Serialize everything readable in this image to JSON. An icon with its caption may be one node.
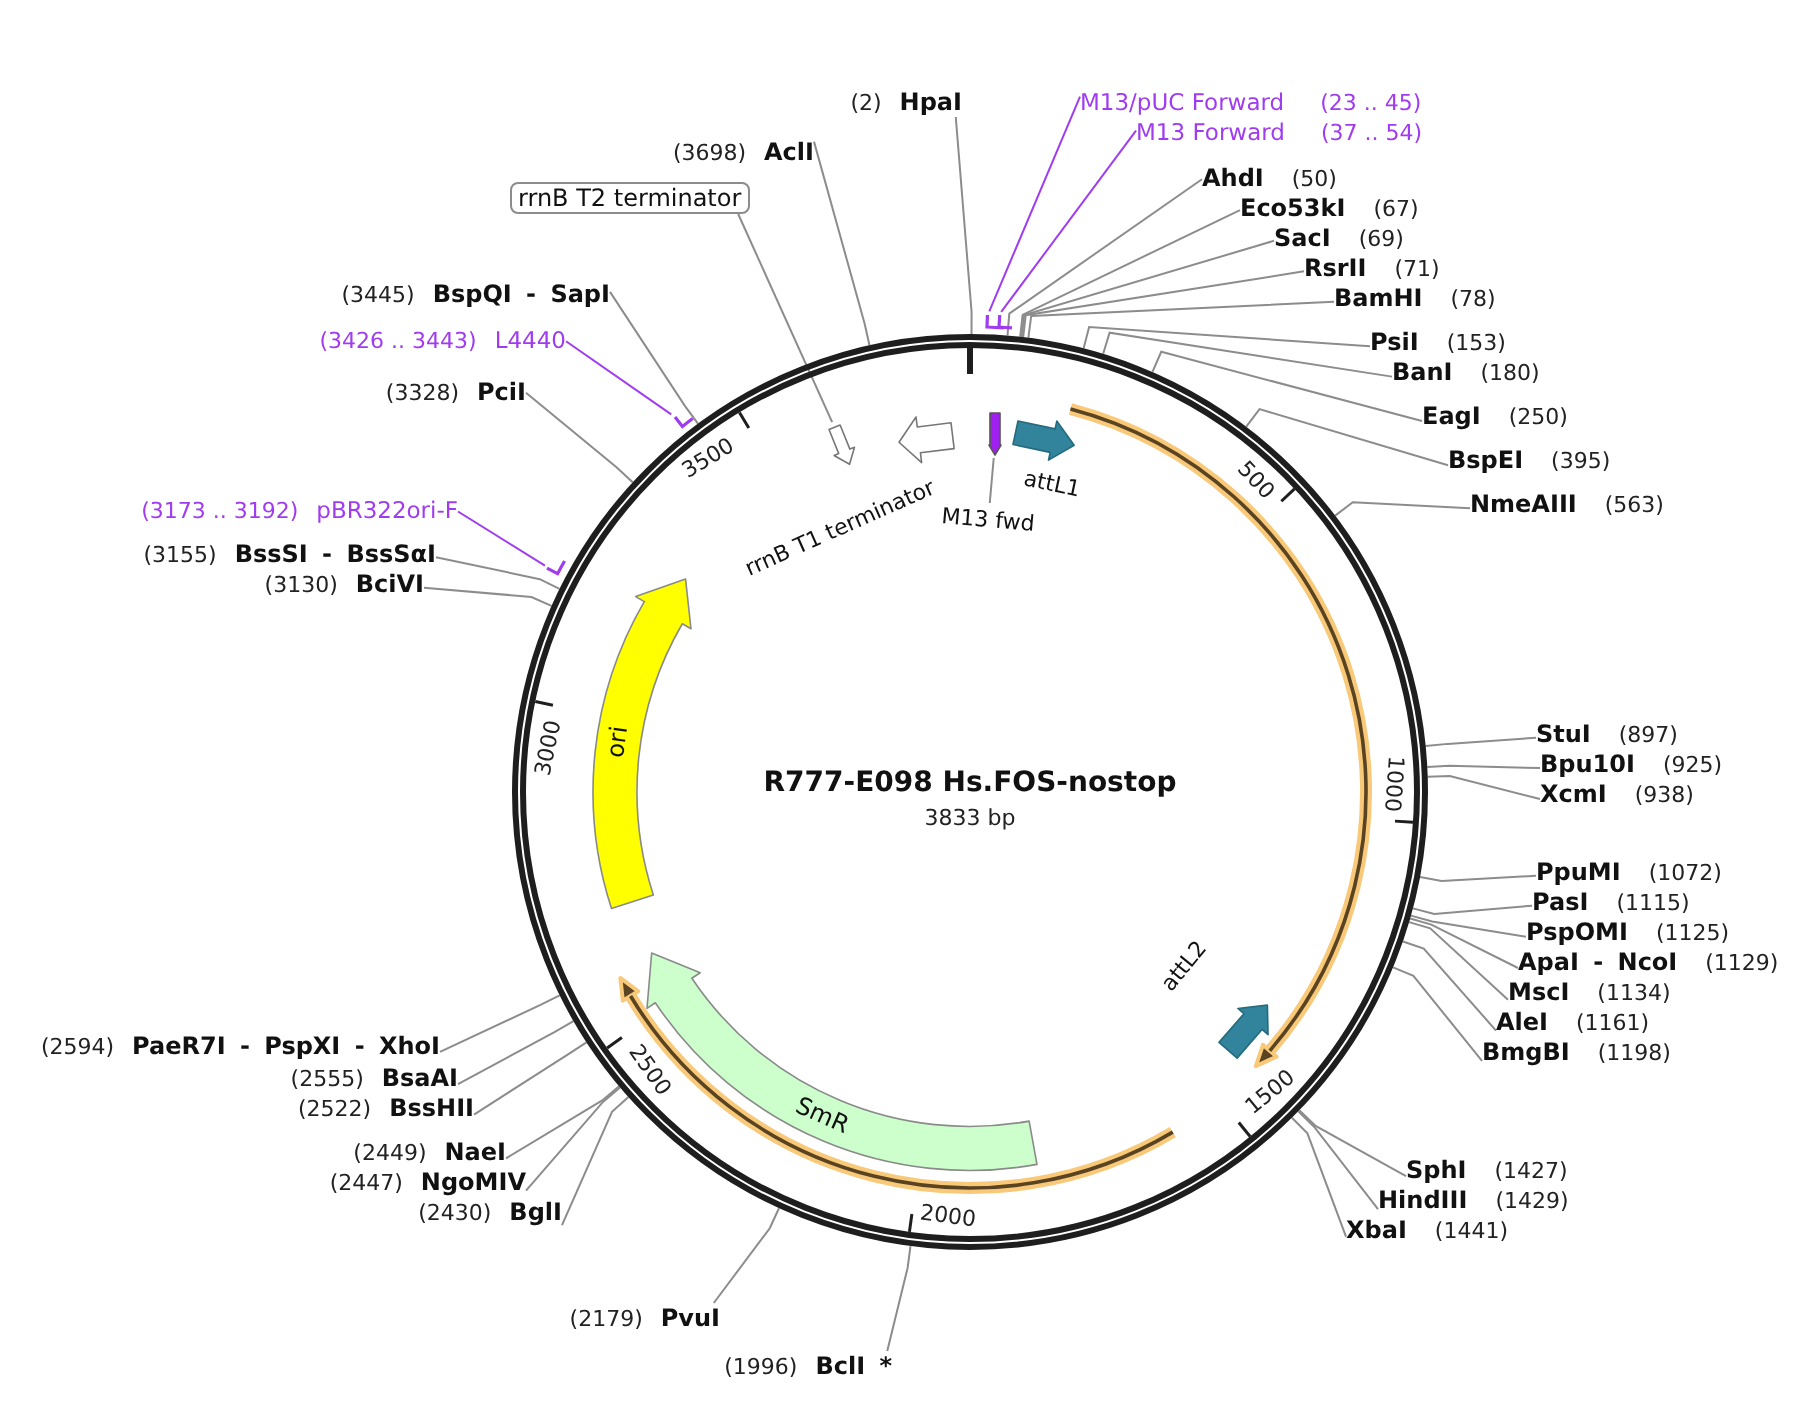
{
  "diagram": {
    "nodes": [
      {
        "text": [
          "R777-E098 Hs.FOS-nostop",
          "3833 bp"
        ]
      },
      {
        "text": [
          "(2)",
          "HpaI"
        ]
      },
      {
        "text": [
          "M13/pUC Forward",
          "(23 .. 45)"
        ]
      },
      {
        "text": [
          "M13 Forward",
          "(37 .. 54)"
        ]
      },
      {
        "text": [
          "(3698)",
          "AclI"
        ]
      },
      {
        "text": [
          "AhdI",
          "(50)"
        ]
      },
      {
        "text": [
          "rrnB T2 terminator"
        ]
      },
      {
        "text": [
          "Eco53kI",
          "(67)"
        ]
      },
      {
        "text": [
          "SacI",
          "(69)"
        ]
      },
      {
        "text": [
          "RsrII",
          "(71)"
        ]
      },
      {
        "text": [
          "(3445)",
          "BspQI - SapI"
        ]
      },
      {
        "text": [
          "BamHI",
          "(78)"
        ]
      },
      {
        "text": [
          "(3426 .. 3443)",
          "L4440"
        ]
      },
      {
        "text": [
          "PsiI",
          "(153)"
        ]
      },
      {
        "text": [
          "BanI",
          "(180)"
        ]
      },
      {
        "text": [
          "(3328)",
          "PciI"
        ]
      },
      {
        "text": [
          "EagI",
          "(250)"
        ]
      },
      {
        "text": [
          "BspEI",
          "(395)"
        ]
      },
      {
        "text": [
          "NmeAIII",
          "(563)"
        ]
      },
      {
        "text": [
          "(3173 .. 3192)",
          "pBR322ori-F"
        ]
      },
      {
        "text": [
          "(3155)",
          "BssSI - BssSαI"
        ]
      },
      {
        "text": [
          "(3130)",
          "BciVI"
        ]
      },
      {
        "text": [
          "StuI",
          "(897)"
        ]
      },
      {
        "text": [
          "Bpu10I",
          "(925)"
        ]
      },
      {
        "text": [
          "XcmI",
          "(938)"
        ]
      },
      {
        "text": [
          "PpuMI",
          "(1072)"
        ]
      },
      {
        "text": [
          "PasI",
          "(1115)"
        ]
      },
      {
        "text": [
          "PspOMI",
          "(1125)"
        ]
      },
      {
        "text": [
          "ApaI - NcoI",
          "(1129)"
        ]
      },
      {
        "text": [
          "MscI",
          "(1134)"
        ]
      },
      {
        "text": [
          "AleI",
          "(1161)"
        ]
      },
      {
        "text": [
          "(2594)",
          "PaeR7I - PspXI - XhoI"
        ]
      },
      {
        "text": [
          "BmgBI",
          "(1198)"
        ]
      },
      {
        "text": [
          "(2555)",
          "BsaAI"
        ]
      },
      {
        "text": [
          "(2522)",
          "BssHII"
        ]
      },
      {
        "text": [
          "(2449)",
          "NaeI"
        ]
      },
      {
        "text": [
          "SphI",
          "(1427)"
        ]
      },
      {
        "text": [
          "(2447)",
          "NgoMIV"
        ]
      },
      {
        "text": [
          "HindIII",
          "(1429)"
        ]
      },
      {
        "text": [
          "(2430)",
          "BglI"
        ]
      },
      {
        "text": [
          "XbaI",
          "(1441)"
        ]
      },
      {
        "text": [
          "(2179)",
          "PvuI"
        ]
      },
      {
        "text": [
          "(1996)",
          "BclI *"
        ]
      },
      {
        "text": [],
        "shape": "bar"
      },
      {
        "text": [],
        "shape": "bar"
      },
      {
        "text": [],
        "shape": "bar"
      },
      {
        "text": [],
        "shape": "bar"
      },
      {
        "text": [],
        "shape": "arrow",
        "in": 0
      },
      {
        "text": [],
        "shape": "arrow",
        "in": 0,
        "beside": [
          "rrnB T1 terminator"
        ]
      },
      {
        "text": [],
        "shape": "arrow",
        "in": 0
      },
      {
        "text": [],
        "shape": "arrow",
        "in": 0,
        "beside": [
          "attL1"
        ]
      },
      {
        "text": [
          "M13 fwd"
        ],
        "in": 0
      },
      {
        "text": [
          "ori"
        ],
        "in": 0
      },
      {
        "text": [
          "SmR"
        ],
        "in": 0
      },
      {
        "text": [],
        "shape": "arrow",
        "in": 0,
        "beside": [
          "attL2"
        ]
      }
    ],
    "edges": [
      {
        "from": 1,
        "to": 0,
        "arrow": "none"
      },
      {
        "from": 2,
        "to": 45,
        "arrow": "none",
        "color": "#a03cf0"
      },
      {
        "from": 3,
        "to": 46,
        "arrow": "none",
        "color": "#a03cf0"
      },
      {
        "from": 4,
        "to": 0,
        "arrow": "none"
      },
      {
        "from": 5,
        "to": 0,
        "arrow": "none"
      },
      {
        "from": 6,
        "to": 47,
        "arrow": "none"
      },
      {
        "from": 7,
        "to": 0,
        "arrow": "none"
      },
      {
        "from": 8,
        "to": 0,
        "arrow": "none"
      },
      {
        "from": 9,
        "to": 0,
        "arrow": "none"
      },
      {
        "from": 10,
        "to": 0,
        "arrow": "none"
      },
      {
        "from": 11,
        "to": 0,
        "arrow": "none"
      },
      {
        "from": 12,
        "to": 44,
        "arrow": "none",
        "color": "#a03cf0"
      },
      {
        "from": 13,
        "to": 0,
        "arrow": "none"
      },
      {
        "from": 14,
        "to": 0,
        "arrow": "none"
      },
      {
        "from": 15,
        "to": 0,
        "arrow": "none"
      },
      {
        "from": 16,
        "to": 0,
        "arrow": "none"
      },
      {
        "from": 17,
        "to": 0,
        "arrow": "none"
      },
      {
        "from": 18,
        "to": 0,
        "arrow": "none"
      },
      {
        "from": 19,
        "to": 43,
        "arrow": "none",
        "color": "#a03cf0"
      },
      {
        "from": 20,
        "to": 0,
        "arrow": "none"
      },
      {
        "from": 21,
        "to": 0,
        "arrow": "none"
      },
      {
        "from": 22,
        "to": 0,
        "arrow": "none"
      },
      {
        "from": 23,
        "to": 0,
        "arrow": "none"
      },
      {
        "from": 24,
        "to": 0,
        "arrow": "none"
      },
      {
        "from": 25,
        "to": 0,
        "arrow": "none"
      },
      {
        "from": 26,
        "to": 0,
        "arrow": "none"
      },
      {
        "from": 27,
        "to": 0,
        "arrow": "none"
      },
      {
        "from": 28,
        "to": 0,
        "arrow": "none"
      },
      {
        "from": 29,
        "to": 0,
        "arrow": "none"
      },
      {
        "from": 30,
        "to": 0,
        "arrow": "none"
      },
      {
        "from": 31,
        "to": 0,
        "arrow": "none"
      },
      {
        "from": 32,
        "to": 0,
        "arrow": "none"
      },
      {
        "from": 33,
        "to": 0,
        "arrow": "none"
      },
      {
        "from": 34,
        "to": 0,
        "arrow": "none"
      },
      {
        "from": 35,
        "to": 0,
        "arrow": "none"
      },
      {
        "from": 36,
        "to": 0,
        "arrow": "none"
      },
      {
        "from": 37,
        "to": 0,
        "arrow": "none"
      },
      {
        "from": 38,
        "to": 0,
        "arrow": "none"
      },
      {
        "from": 39,
        "to": 0,
        "arrow": "none"
      },
      {
        "from": 40,
        "to": 0,
        "arrow": "none"
      },
      {
        "from": 41,
        "to": 0,
        "arrow": "none"
      },
      {
        "from": 42,
        "to": 0,
        "arrow": "none"
      },
      {
        "from": 51,
        "to": 49,
        "arrow": "none"
      }
    ],
    "labels": [
      "3500",
      "500",
      "3000",
      "1000",
      "2500",
      "1500",
      "2000"
    ]
  }
}
